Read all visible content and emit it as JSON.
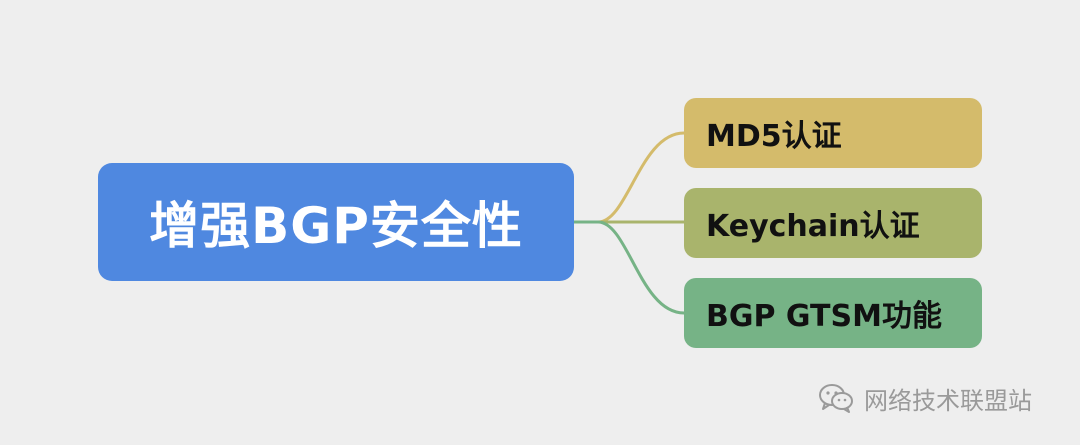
{
  "mindmap": {
    "root": {
      "label": "增强BGP安全性",
      "color": "#4f88e0"
    },
    "children": [
      {
        "label": "MD5认证",
        "color": "#d4bb6b",
        "line_color": "#d4bb6b"
      },
      {
        "label": "Keychain认证",
        "color": "#a9b46c",
        "line_color": "#a9b46c"
      },
      {
        "label": "BGP GTSM功能",
        "color": "#76b386",
        "line_color": "#76b386"
      }
    ]
  },
  "watermark": {
    "icon": "wechat-icon",
    "text": "网络技术联盟站",
    "color": "#9a9a9a"
  },
  "background": "#eeeeee"
}
